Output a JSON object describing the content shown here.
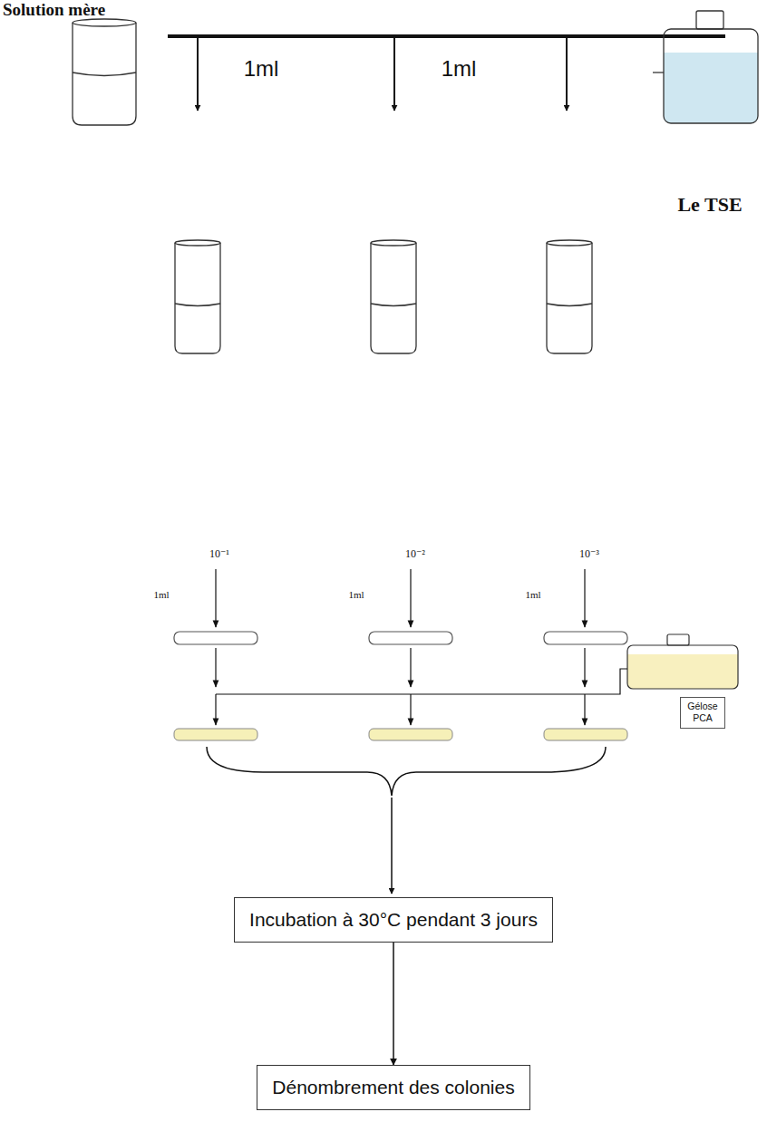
{
  "diagram": {
    "title": "Solution mère",
    "nodes": [
      {
        "text": [
          "Gélose PCA"
        ]
      },
      {
        "text": [
          "Incubation à 30°C pendant 3 jours"
        ]
      },
      {
        "text": [
          "Dénombrement des colonies"
        ]
      }
    ],
    "edges": [
      {
        "from": 1,
        "to": 2,
        "arrow": "to"
      }
    ],
    "labels": [
      "1ml",
      "1ml",
      "Le TSE",
      "10⁻¹",
      "10⁻²",
      "10⁻³",
      "1ml",
      "1ml",
      "1ml"
    ]
  }
}
